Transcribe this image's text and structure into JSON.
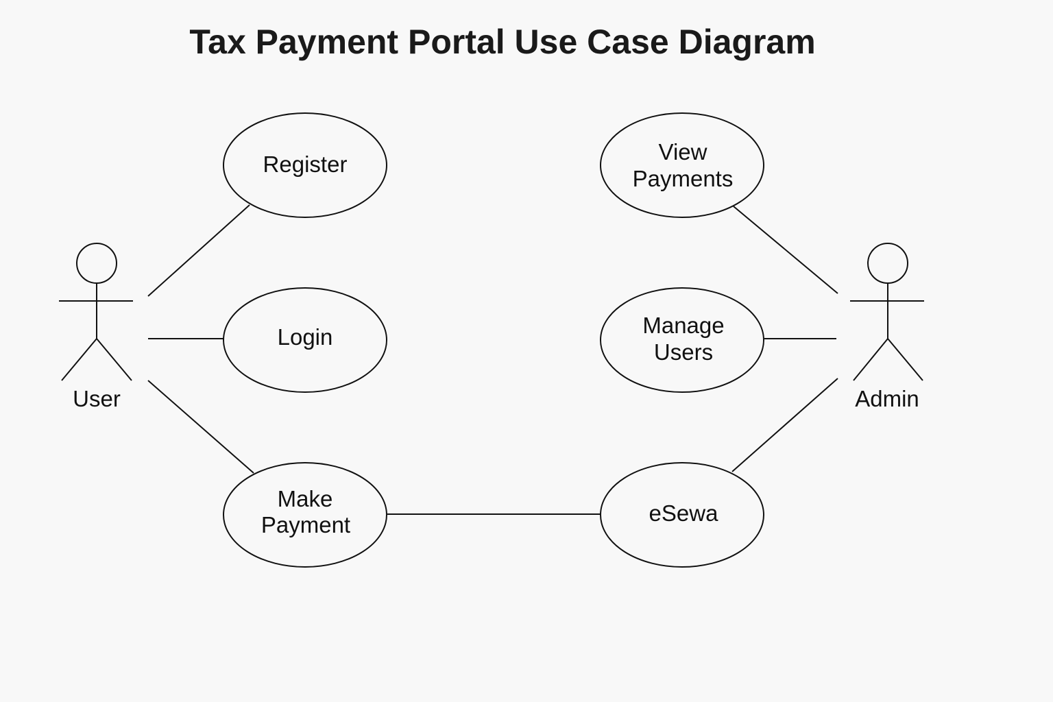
{
  "title": "Tax Payment Portal Use Case Diagram",
  "actors": {
    "user": {
      "label": "User"
    },
    "admin": {
      "label": "Admin"
    }
  },
  "use_cases": {
    "register": {
      "lines": [
        "Register"
      ]
    },
    "login": {
      "lines": [
        "Login"
      ]
    },
    "make_payment": {
      "lines": [
        "Make",
        "Payment"
      ]
    },
    "view_payments": {
      "lines": [
        "View",
        "Payments"
      ]
    },
    "manage_users": {
      "lines": [
        "Manage",
        "Users"
      ]
    },
    "esewa": {
      "lines": [
        "eSewa"
      ]
    }
  },
  "associations": [
    {
      "from": "user",
      "to": "register"
    },
    {
      "from": "user",
      "to": "login"
    },
    {
      "from": "user",
      "to": "make_payment"
    },
    {
      "from": "make_payment",
      "to": "esewa"
    },
    {
      "from": "admin",
      "to": "view_payments"
    },
    {
      "from": "admin",
      "to": "manage_users"
    },
    {
      "from": "admin",
      "to": "esewa"
    }
  ]
}
